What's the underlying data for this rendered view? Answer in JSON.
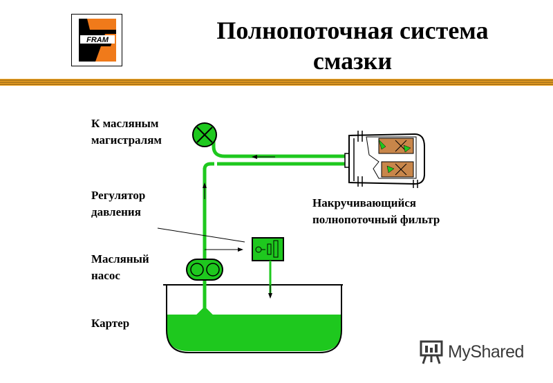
{
  "logo": {
    "icon": "fram-logo",
    "text": "FRAM",
    "colors": {
      "orange": "#f07a1a",
      "black": "#000000"
    }
  },
  "title": {
    "line1": "Полнопоточная система",
    "line2": "смазки"
  },
  "labels": {
    "oil_lines": {
      "line1": "К масляным",
      "line2": "магистралям"
    },
    "pressure_regulator": {
      "line1": "Регулятор",
      "line2": "давления"
    },
    "oil_pump": {
      "line1": "Масляный",
      "line2": "насос"
    },
    "sump": {
      "line1": "Картер"
    },
    "filter": {
      "line1": "Накручивающийся",
      "line2": "полнопоточный фильтр"
    }
  },
  "watermark": {
    "icon": "presentation-board-icon",
    "text": "MyShared"
  },
  "colors": {
    "oil_green": "#1ec81e",
    "rule_orange": "#f5a623",
    "filter_brown": "#c8864a"
  }
}
